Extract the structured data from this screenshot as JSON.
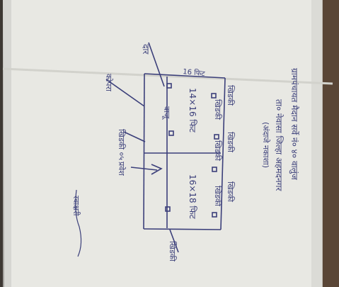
{
  "document": {
    "heading_lines": [
      "ग्रामपंचायत मैदान सर्वे नं० ४० वालुंज",
      "ता० नेवासा जिल्हा अहमदनगर",
      "(अंदाजे नकाशा)"
    ],
    "plan": {
      "width_label": "16 फिट",
      "room_1_size": "14×16 फिट",
      "room_2_size": "16×18 फिट",
      "top_labels": [
        "खिडकी",
        "खिडकी",
        "खिडकी"
      ],
      "bottom_labels": [
        "खिडकी",
        "खिडकी",
        "खिडकी"
      ],
      "side_label": "खिडकी",
      "door_label": "दार",
      "entrance_label": "प्रवेश",
      "lobby_label": "खिडकी ०५",
      "annotations": [
        "कोपरा",
        "बाजू"
      ]
    },
    "signature": "स्वाक्षरी"
  },
  "colors": {
    "paper": "#e9e9e4",
    "ink": "#3b3f7a",
    "background": "#3a3530"
  }
}
